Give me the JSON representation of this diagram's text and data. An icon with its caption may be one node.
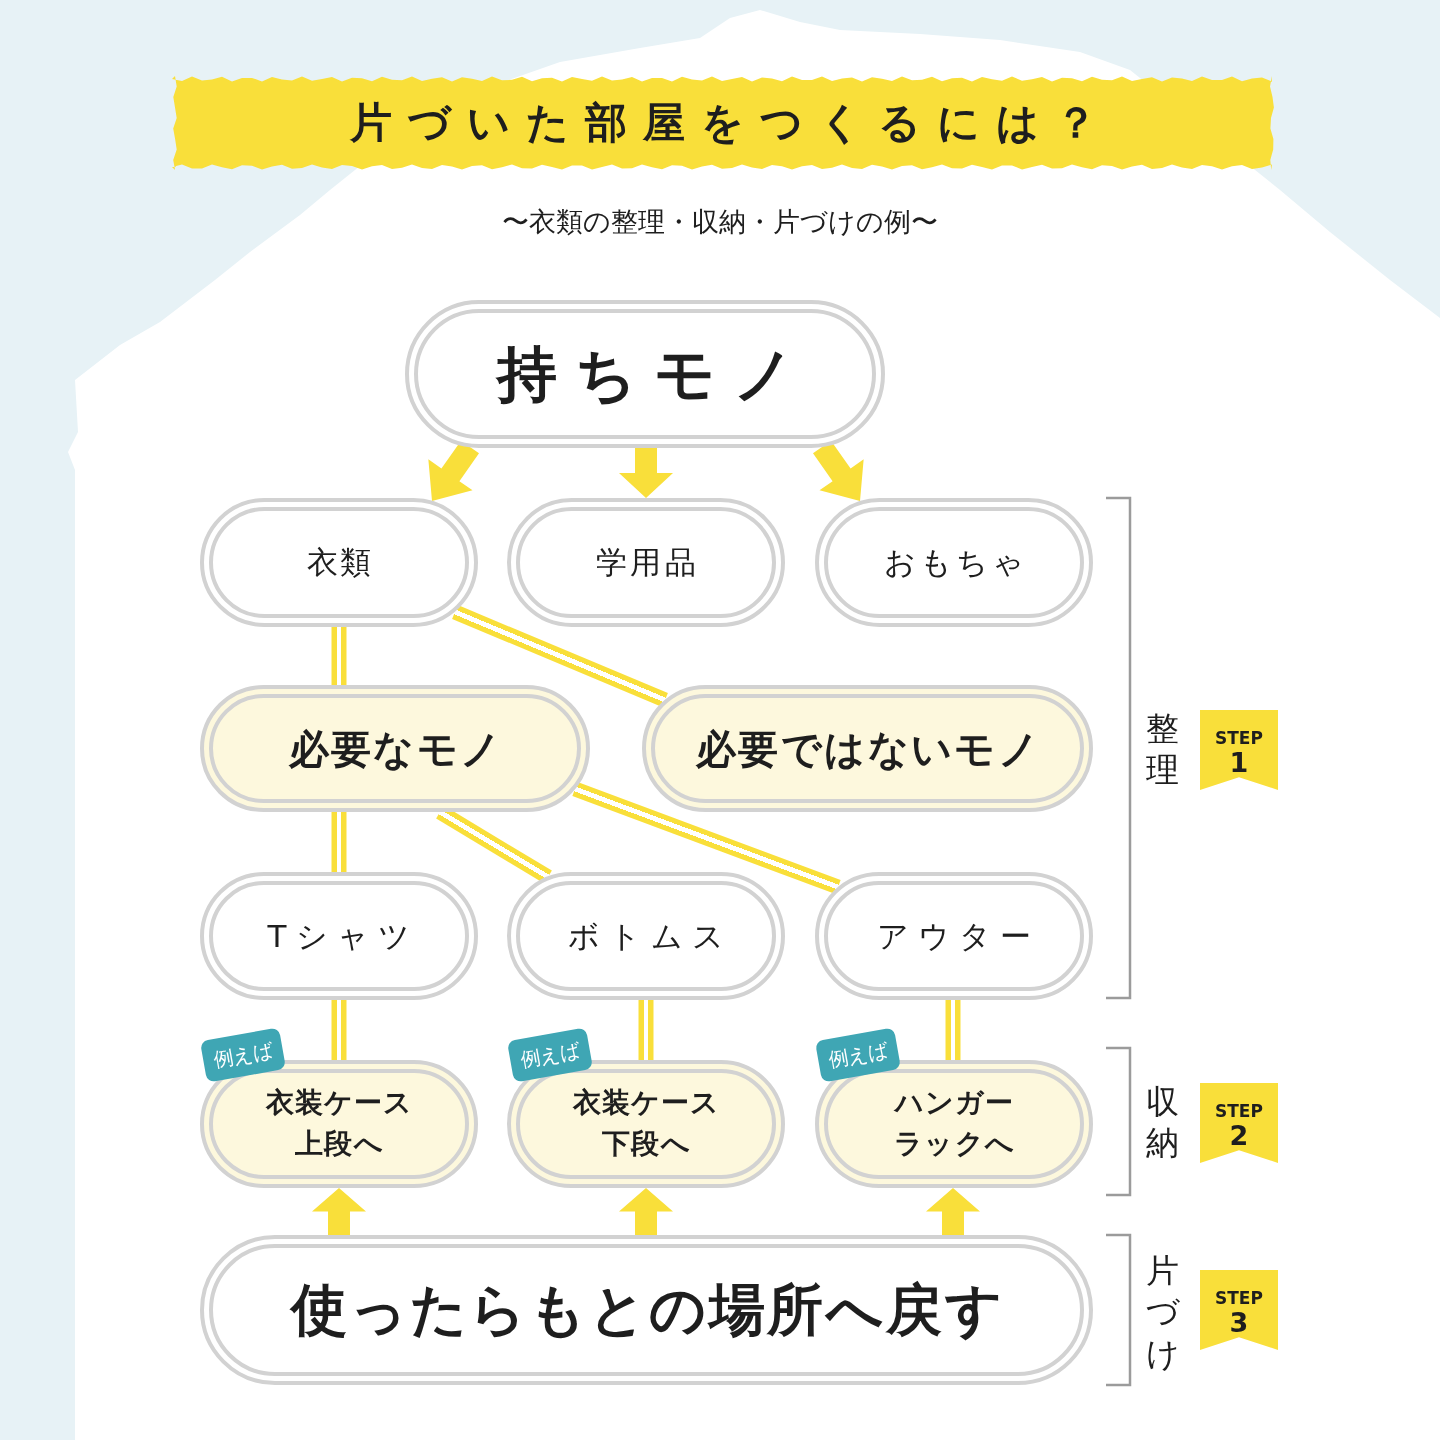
{
  "diagram": {
    "title": "片づいた部屋をつくるには？",
    "nodes": [
      {
        "text": [
          "持ちモノ"
        ]
      },
      {
        "text": [
          "衣類"
        ]
      },
      {
        "text": [
          "学用品"
        ]
      },
      {
        "text": [
          "おもちゃ"
        ]
      },
      {
        "text": [
          "必要なモノ"
        ]
      },
      {
        "text": [
          "必要ではないモノ"
        ]
      },
      {
        "text": [
          "Tシャツ"
        ]
      },
      {
        "text": [
          "ボトムス"
        ]
      },
      {
        "text": [
          "アウター"
        ]
      },
      {
        "text": [
          "衣装ケース上段へ"
        ],
        "beside": [
          "例えば"
        ]
      },
      {
        "text": [
          "衣装ケース下段へ"
        ],
        "beside": [
          "例えば"
        ]
      },
      {
        "text": [
          "ハンガーラックへ"
        ],
        "beside": [
          "例えば"
        ]
      },
      {
        "text": [
          "使ったらもとの場所へ戻す"
        ]
      }
    ],
    "edges": [
      {
        "from": 0,
        "to": 1,
        "arrow": "to",
        "style": "thick"
      },
      {
        "from": 0,
        "to": 2,
        "arrow": "to",
        "style": "thick"
      },
      {
        "from": 0,
        "to": 3,
        "arrow": "to",
        "style": "thick"
      },
      {
        "from": 1,
        "to": 4,
        "arrow": "none"
      },
      {
        "from": 1,
        "to": 5,
        "arrow": "none"
      },
      {
        "from": 4,
        "to": 6,
        "arrow": "none"
      },
      {
        "from": 4,
        "to": 7,
        "arrow": "none"
      },
      {
        "from": 4,
        "to": 8,
        "arrow": "none"
      },
      {
        "from": 6,
        "to": 9,
        "arrow": "none"
      },
      {
        "from": 7,
        "to": 10,
        "arrow": "none"
      },
      {
        "from": 8,
        "to": 11,
        "arrow": "none"
      },
      {
        "from": 12,
        "to": 9,
        "arrow": "to",
        "style": "thick"
      },
      {
        "from": 12,
        "to": 10,
        "arrow": "to",
        "style": "thick"
      },
      {
        "from": 12,
        "to": 11,
        "arrow": "to",
        "style": "thick"
      }
    ],
    "labels": [
      "〜衣類の整理・収納・片づけの例〜",
      "整理",
      "STEP 1",
      "収納",
      "STEP 2",
      "片づけ",
      "STEP 3"
    ]
  }
}
